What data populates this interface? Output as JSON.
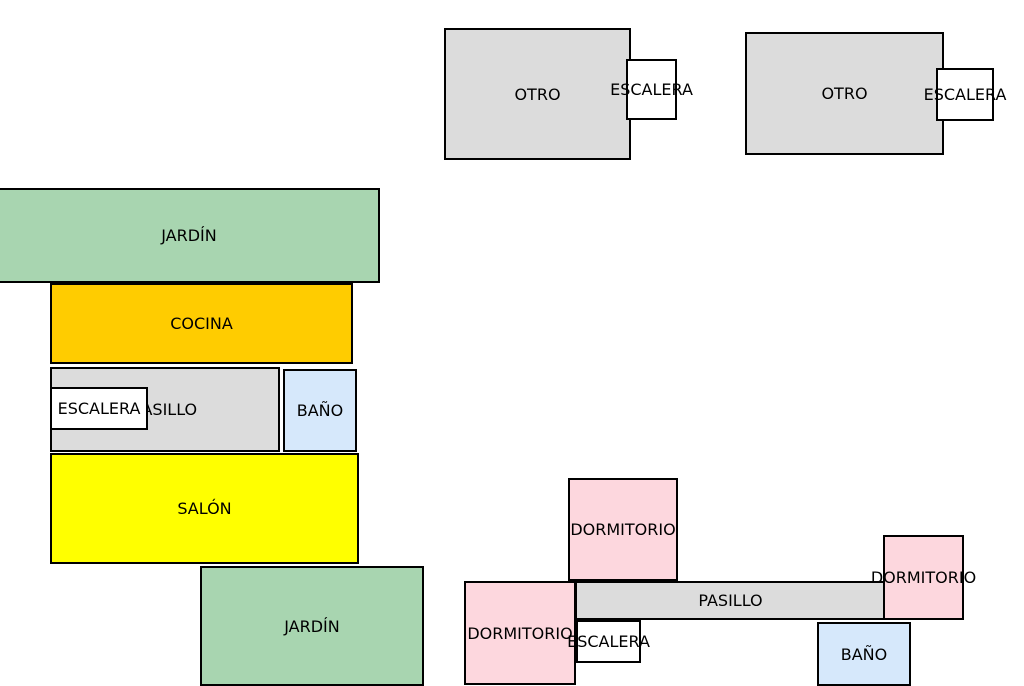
{
  "floors": {
    "upper_right": {
      "rooms": [
        {
          "id": "otro-1",
          "label": "OTRO",
          "color": "#dcdcdc"
        },
        {
          "id": "escalera-1",
          "label": "ESCALERA",
          "color": "#ffffff"
        },
        {
          "id": "otro-2",
          "label": "OTRO",
          "color": "#dcdcdc"
        },
        {
          "id": "escalera-2",
          "label": "ESCALERA",
          "color": "#ffffff"
        }
      ]
    },
    "left": {
      "rooms": [
        {
          "id": "jardin-1",
          "label": "JARDÍN",
          "color": "#a8d5b0"
        },
        {
          "id": "cocina",
          "label": "COCINA",
          "color": "#ffcc00"
        },
        {
          "id": "pasillo-1",
          "label": "PASILLO",
          "color": "#dcdcdc"
        },
        {
          "id": "bano-1",
          "label": "BAÑO",
          "color": "#d6e8fb"
        },
        {
          "id": "escalera-3",
          "label": "ESCALERA",
          "color": "#ffffff"
        },
        {
          "id": "salon",
          "label": "SALÓN",
          "color": "#ffff00"
        },
        {
          "id": "jardin-2",
          "label": "JARDÍN",
          "color": "#a8d5b0"
        }
      ]
    },
    "lower_right": {
      "rooms": [
        {
          "id": "dormitorio-1",
          "label": "DORMITORIO",
          "color": "#fdd7de"
        },
        {
          "id": "pasillo-2",
          "label": "PASILLO",
          "color": "#dcdcdc"
        },
        {
          "id": "dormitorio-2",
          "label": "DORMITORIO",
          "color": "#fdd7de"
        },
        {
          "id": "dormitorio-3",
          "label": "DORMITORIO",
          "color": "#fdd7de"
        },
        {
          "id": "escalera-4",
          "label": "ESCALERA",
          "color": "#ffffff"
        },
        {
          "id": "bano-2",
          "label": "BAÑO",
          "color": "#d6e8fb"
        }
      ]
    }
  }
}
